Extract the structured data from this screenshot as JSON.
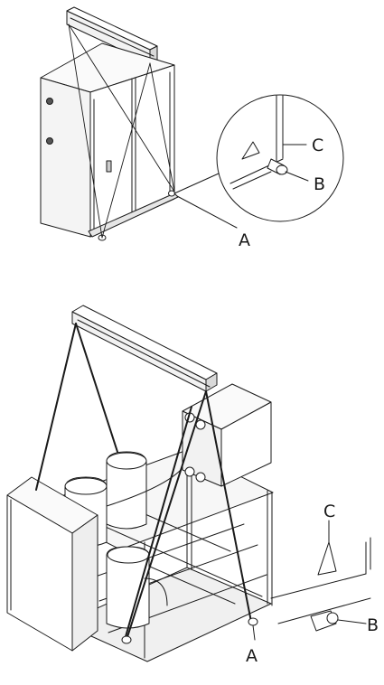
{
  "figure_top": {
    "callouts": {
      "a": "A",
      "b": "B",
      "c": "C"
    }
  },
  "figure_bottom": {
    "callouts": {
      "a": "A",
      "b": "B",
      "c": "C"
    }
  }
}
